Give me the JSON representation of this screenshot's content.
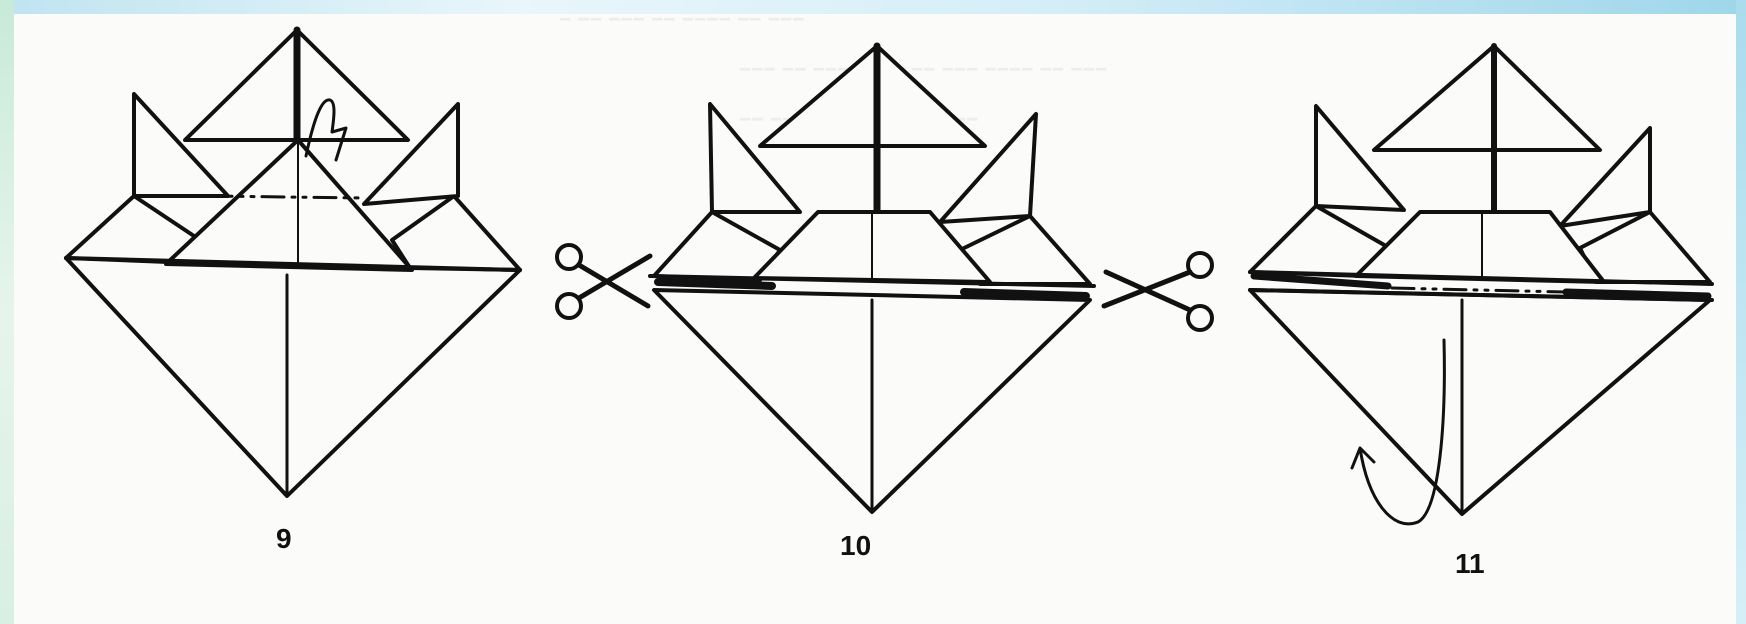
{
  "steps": [
    {
      "number": "9"
    },
    {
      "number": "10"
    },
    {
      "number": "11"
    }
  ],
  "icons": [
    "scissors-icon",
    "scissors-icon",
    "fold-arrow-icon",
    "fold-arrow-icon"
  ],
  "colors": {
    "line": "#111111",
    "paper": "#fbfbfa",
    "frame_accent": "#9fd6ea"
  }
}
